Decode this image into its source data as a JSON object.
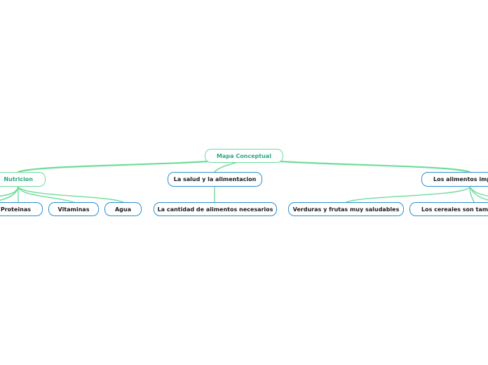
{
  "map": {
    "root": "Mapa Conceptual",
    "branches": {
      "nutricion": "Nutricion",
      "salud": "La salud y la alimentacion",
      "alimentos": "Los alimentos impor"
    },
    "leaves": {
      "proteinas": "Proteinas",
      "vitaminas": "Vitaminas",
      "agua": "Agua",
      "cantidad": "La cantidad de alimentos necesarios",
      "verduras": "Verduras y frutas muy saludables",
      "cereales": "Los cereales son tambie"
    }
  },
  "colors": {
    "connector": "#6fdc9a",
    "root_border": "#6fdc9a",
    "node_border": "#2b8fcf",
    "title_text": "#2aa582",
    "node_text": "#1a1a1a",
    "background": "#ffffff"
  }
}
